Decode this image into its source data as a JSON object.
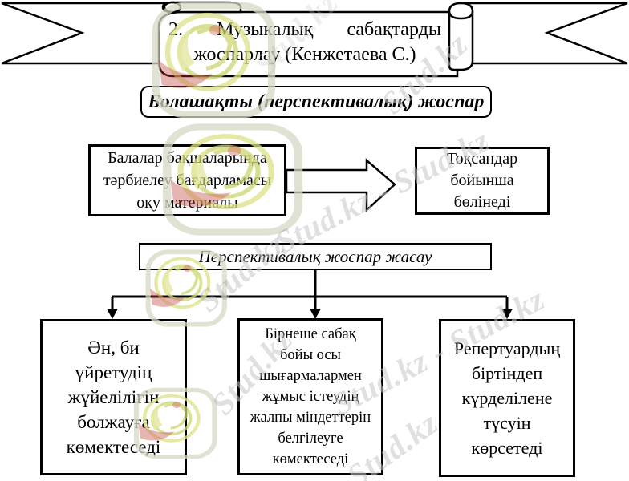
{
  "page": {
    "background": "#ffffff",
    "line_color": "#000000"
  },
  "banner": {
    "item_number": "2.",
    "title_word1": "Музыкалық",
    "title_word2": "сабақтарды",
    "title_line2": "жоспарлау (Кенжетаева С.)"
  },
  "subtitle": {
    "text": "Болашақты (перспективалық) жоспар"
  },
  "flow": {
    "source_box": {
      "lines": [
        "Балалар бақшаларында",
        "тәрбиелеу бағдарламасы",
        "оқу материалы"
      ]
    },
    "result_box": {
      "lines": [
        "Тоқсандар",
        "бойынша",
        "бөлінеді"
      ]
    },
    "plan_box": {
      "text": "Перспективалық жоспар жасау"
    },
    "outcome_boxes": [
      {
        "lines": [
          "Ән, би",
          "үйретудің",
          "жүйелілігін",
          "болжауға",
          "көмектеседі"
        ]
      },
      {
        "lines": [
          "Бірнеше сабақ",
          "бойы осы",
          "шығармалармен",
          "жұмыс істеудің",
          "жалпы міндеттерін",
          "белгілеуге",
          "көмектеседі"
        ]
      },
      {
        "lines": [
          "Репертуардың",
          "біртіндеп",
          "күрделілене",
          "түсуін",
          "көрсетеді"
        ]
      }
    ]
  },
  "watermarks": {
    "text_short": "Stud.kz",
    "text_long": "Stud.kz - Stud.kz",
    "color": "#c6c6c6",
    "logo": {
      "name": "stud-kz-logo",
      "frame": "#d8d8c6",
      "accent_yellow_light": "#dde287",
      "accent_yellow_dark": "#cdd46e",
      "accent_red": "#c03a30"
    }
  }
}
